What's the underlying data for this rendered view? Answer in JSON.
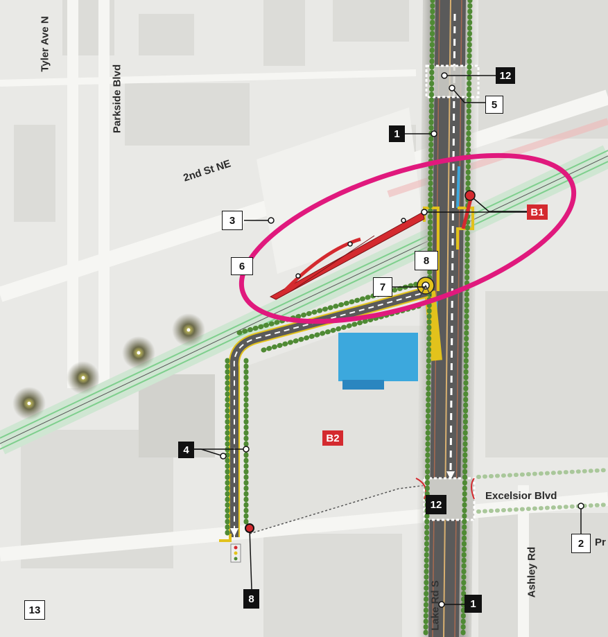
{
  "streets": {
    "tyler_ave": "Tyler Ave N",
    "parkside": "Parkside Blvd",
    "second_st": "2nd St NE",
    "excelsior": "Excelsior Blvd",
    "ashley": "Ashley Rd",
    "lake_rd": "Lake Rd S",
    "edge_text": "Pr"
  },
  "callouts": {
    "c12_top": "12",
    "c5": "5",
    "c1_top": "1",
    "b1": "B1",
    "c3": "3",
    "c6": "6",
    "c8_top": "8",
    "c7": "7",
    "b2": "B2",
    "c4": "4",
    "c12_bottom": "12",
    "c2": "2",
    "c8_bottom": "8",
    "c13": "13",
    "c1_bottom": "1"
  },
  "colors": {
    "highlight_ellipse": "#e0197d",
    "road_corridor": "#5a5a5a",
    "platform": "#d42a2f",
    "trail": "#e2c21c",
    "tree": "#4f8a34",
    "rail": "#7ecf8d",
    "water": "#3ca8dd"
  }
}
